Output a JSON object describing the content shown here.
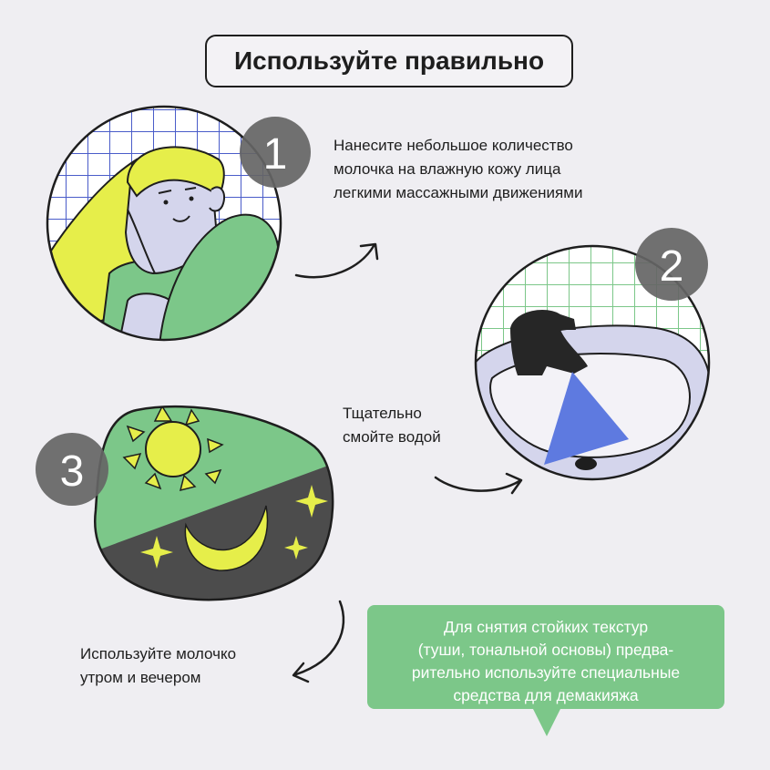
{
  "title": "Используйте правильно",
  "steps": [
    {
      "number": "1",
      "lines": [
        "Нанесите небольшое количество",
        "молочка на влажную кожу лица",
        "легкими массажными движениями"
      ]
    },
    {
      "number": "2",
      "lines": [
        "Тщательно",
        "смойте водой"
      ]
    },
    {
      "number": "3",
      "lines": [
        "Используйте молочко",
        "утром и вечером"
      ]
    }
  ],
  "note": {
    "lines": [
      "Для снятия стойких текстур",
      "(туши, тональной основы) предва-",
      "рительно используйте специальные",
      "средства для демакияжа"
    ]
  },
  "colors": {
    "background": "#efeef2",
    "green": "#7cc789",
    "lavender": "#d4d5ec",
    "yellow": "#e6ee4a",
    "grid_blue": "#4a5cc9",
    "dark_gray": "#4c4c4c",
    "badge_gray": "#656565",
    "water_blue": "#5e7ae0"
  }
}
